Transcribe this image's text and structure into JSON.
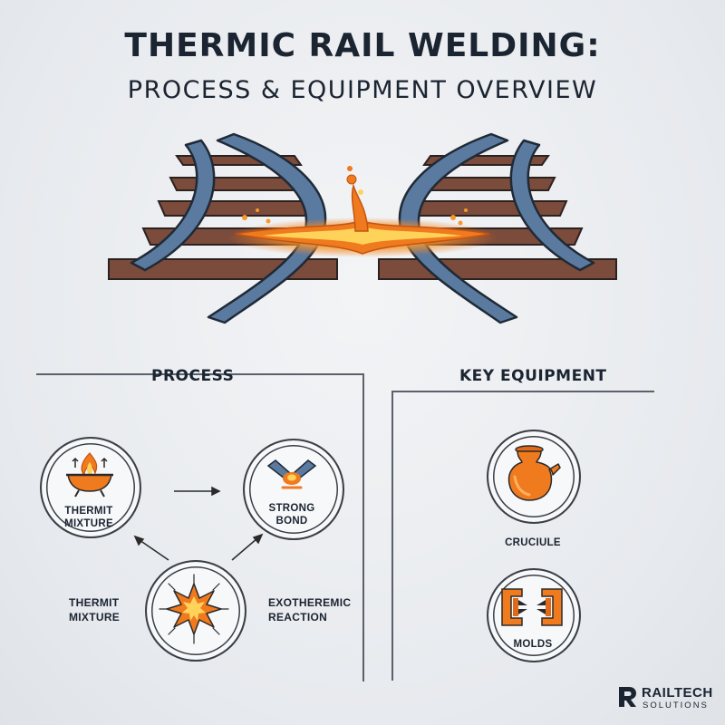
{
  "header": {
    "title": "THERMIC RAIL WELDING:",
    "subtitle": "PROCESS & EQUIPMENT OVERVIEW"
  },
  "process": {
    "heading": "PROCESS",
    "steps": {
      "mixture_circle": {
        "label_line1": "THERMIT",
        "label_line2": "MIXTURE"
      },
      "bond_circle": {
        "label_line1": "STRONG",
        "label_line2": "BOND"
      },
      "reaction_left": {
        "label_line1": "THERMIT",
        "label_line2": "MIXTURE"
      },
      "reaction_right": {
        "label_line1": "EXOTHEREMIC",
        "label_line2": "REACTION"
      }
    }
  },
  "equipment": {
    "heading": "KEY EQUIPMENT",
    "crucible_label": "CRUCIULE",
    "molds_label": "MOLDS"
  },
  "brand": {
    "name": "RAILTECH",
    "tagline": "SOLUTIONS"
  },
  "colors": {
    "rail": "#5b7aa0",
    "tie": "#7a4a3a",
    "molten": "#f07a1e",
    "ink": "#1b2431"
  }
}
